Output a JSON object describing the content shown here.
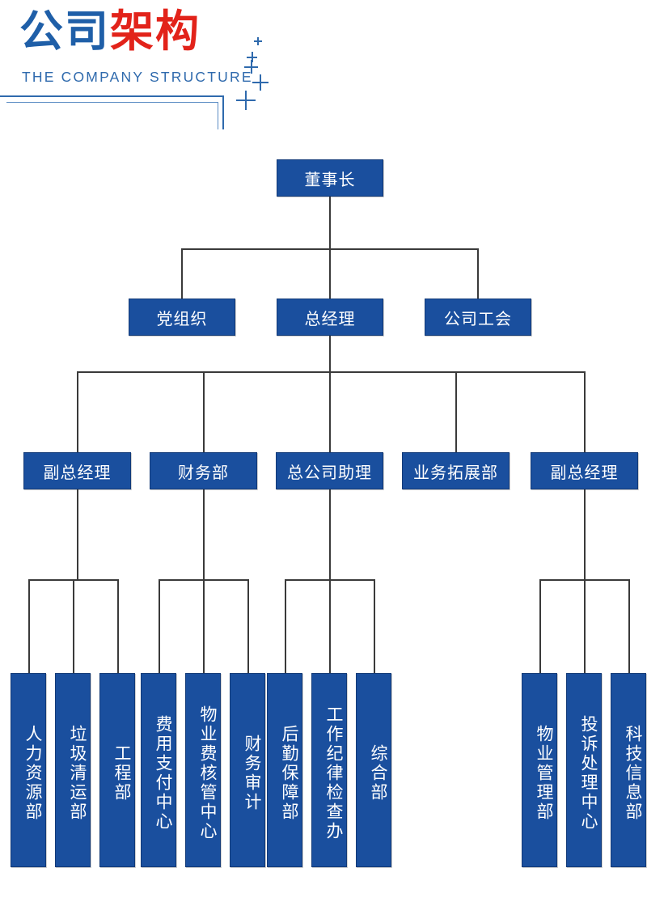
{
  "header": {
    "title_blue": "公司",
    "title_red": "架构",
    "subtitle": "THE COMPANY STRUCTURE",
    "accent_blue": "#1f5fa8",
    "accent_red": "#e2231a",
    "rule_color": "#2f6aad"
  },
  "chart_data": {
    "type": "diagram",
    "title": "公司架构",
    "subtitle": "THE COMPANY STRUCTURE",
    "node_fill": "#1a4f9e",
    "node_border": "#123a78",
    "connector_color": "#3a3a3a",
    "levels": [
      {
        "level": 1,
        "nodes": [
          "董事长"
        ]
      },
      {
        "level": 2,
        "nodes": [
          "党组织",
          "总经理",
          "公司工会"
        ]
      },
      {
        "level": 3,
        "nodes": [
          "副总经理",
          "财务部",
          "总公司助理",
          "业务拓展部",
          "副总经理"
        ]
      },
      {
        "level": 4,
        "nodes": [
          "人力资源部",
          "垃圾清运部",
          "工程部",
          "费用支付中心",
          "物业费核管中心",
          "财务审计",
          "后勤保障部",
          "工作纪律检查办",
          "综合部",
          "物业管理部",
          "投诉处理中心",
          "科技信息部"
        ]
      }
    ],
    "edges": [
      {
        "from": "董事长",
        "to": "党组织"
      },
      {
        "from": "董事长",
        "to": "总经理"
      },
      {
        "from": "董事长",
        "to": "公司工会"
      },
      {
        "from": "总经理",
        "to": "副总经理"
      },
      {
        "from": "总经理",
        "to": "财务部"
      },
      {
        "from": "总经理",
        "to": "总公司助理"
      },
      {
        "from": "总经理",
        "to": "业务拓展部"
      },
      {
        "from": "总经理",
        "to": "副总经理"
      },
      {
        "from": "副总经理",
        "to": "人力资源部"
      },
      {
        "from": "副总经理",
        "to": "垃圾清运部"
      },
      {
        "from": "副总经理",
        "to": "工程部"
      },
      {
        "from": "财务部",
        "to": "费用支付中心"
      },
      {
        "from": "财务部",
        "to": "物业费核管中心"
      },
      {
        "from": "财务部",
        "to": "财务审计"
      },
      {
        "from": "总公司助理",
        "to": "后勤保障部"
      },
      {
        "from": "总公司助理",
        "to": "工作纪律检查办"
      },
      {
        "from": "总公司助理",
        "to": "综合部"
      },
      {
        "from": "副总经理",
        "to": "物业管理部"
      },
      {
        "from": "副总经理",
        "to": "投诉处理中心"
      },
      {
        "from": "副总经理",
        "to": "科技信息部"
      }
    ]
  },
  "nodes": {
    "chairman": "董事长",
    "party": "党组织",
    "gm": "总经理",
    "union": "公司工会",
    "deputy_gm_left": "副总经理",
    "finance_dept": "财务部",
    "hq_assistant": "总公司助理",
    "biz_dev": "业务拓展部",
    "deputy_gm_right": "副总经理",
    "hr": "人力资源部",
    "waste": "垃圾清运部",
    "engineering": "工程部",
    "payment_center": "费用支付中心",
    "property_fee_center": "物业费核管中心",
    "audit": "财务审计",
    "logistics": "后勤保障部",
    "discipline": "工作纪律检查办",
    "general_affairs": "综合部",
    "property_mgmt": "物业管理部",
    "complaints": "投诉处理中心",
    "tech_info": "科技信息部"
  }
}
